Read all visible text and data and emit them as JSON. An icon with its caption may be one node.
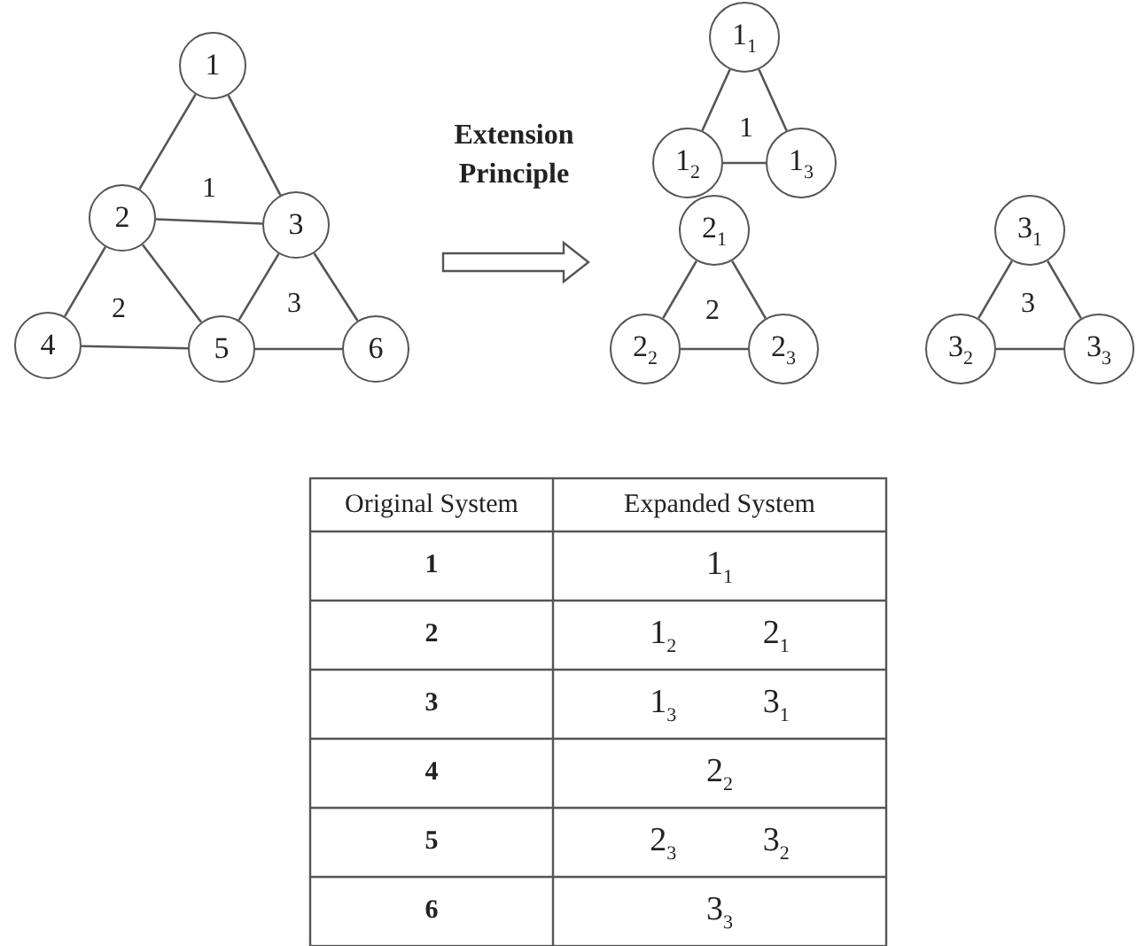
{
  "diagram": {
    "nodes": [
      {
        "text": [
          "1"
        ]
      },
      {
        "text": [
          "2"
        ]
      },
      {
        "text": [
          "3"
        ]
      },
      {
        "text": [
          "4"
        ]
      },
      {
        "text": [
          "5"
        ]
      },
      {
        "text": [
          "6"
        ]
      },
      {
        "text": [
          "1$_{1}$"
        ]
      },
      {
        "text": [
          "1$_{2}$"
        ]
      },
      {
        "text": [
          "1$_{3}$"
        ]
      },
      {
        "text": [
          "2$_{1}$"
        ]
      },
      {
        "text": [
          "2$_{2}$"
        ]
      },
      {
        "text": [
          "2$_{3}$"
        ]
      },
      {
        "text": [
          "3$_{1}$"
        ]
      },
      {
        "text": [
          "3$_{2}$"
        ]
      },
      {
        "text": [
          "3$_{3}$"
        ]
      }
    ],
    "edges": [
      {
        "from": 0,
        "to": 1,
        "arrow": "none"
      },
      {
        "from": 0,
        "to": 2,
        "arrow": "none"
      },
      {
        "from": 1,
        "to": 2,
        "arrow": "none"
      },
      {
        "from": 1,
        "to": 3,
        "arrow": "none"
      },
      {
        "from": 1,
        "to": 4,
        "arrow": "none"
      },
      {
        "from": 2,
        "to": 4,
        "arrow": "none"
      },
      {
        "from": 2,
        "to": 5,
        "arrow": "none"
      },
      {
        "from": 3,
        "to": 4,
        "arrow": "none"
      },
      {
        "from": 4,
        "to": 5,
        "arrow": "none"
      },
      {
        "from": 6,
        "to": 7,
        "arrow": "none"
      },
      {
        "from": 6,
        "to": 8,
        "arrow": "none"
      },
      {
        "from": 7,
        "to": 8,
        "arrow": "none"
      },
      {
        "from": 9,
        "to": 10,
        "arrow": "none"
      },
      {
        "from": 9,
        "to": 11,
        "arrow": "none"
      },
      {
        "from": 10,
        "to": 11,
        "arrow": "none"
      },
      {
        "from": 12,
        "to": 13,
        "arrow": "none"
      },
      {
        "from": 12,
        "to": 14,
        "arrow": "none"
      },
      {
        "from": 13,
        "to": 14,
        "arrow": "none"
      }
    ],
    "labels": [
      "1",
      "2",
      "3",
      "Extension Principle",
      "1",
      "2",
      "3",
      "Original System",
      "Expanded System",
      "1",
      "1$_{1}$",
      "2",
      "1$_{2}$ 2$_{1}$",
      "3",
      "1$_{3}$ 3$_{1}$",
      "4",
      "2$_{2}$",
      "5",
      "2$_{3}$ 3$_{2}$",
      "6",
      "3$_{3}$"
    ]
  }
}
